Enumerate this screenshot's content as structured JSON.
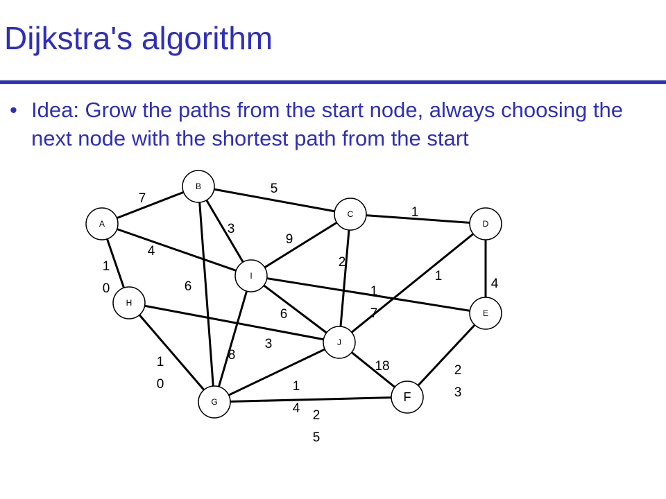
{
  "slide": {
    "title": "Dijkstra's algorithm",
    "bullet_glyph": "•",
    "bullet": "Idea:  Grow the paths from the start node, always choosing the next node with the shortest path from the start",
    "accent_color": "#2e2ebd",
    "rule_color": "#2e2ebd"
  },
  "graph": {
    "nodes": [
      "A",
      "B",
      "C",
      "D",
      "E",
      "F",
      "G",
      "H",
      "I",
      "J"
    ],
    "edges": [
      {
        "from": "A",
        "to": "B",
        "label": "7"
      },
      {
        "from": "B",
        "to": "C",
        "label": "5"
      },
      {
        "from": "C",
        "to": "D",
        "label": "1"
      },
      {
        "from": "A",
        "to": "H",
        "label": "1\n0"
      },
      {
        "from": "A",
        "to": "I",
        "label": "4"
      },
      {
        "from": "B",
        "to": "I",
        "label": "3"
      },
      {
        "from": "B",
        "to": "G",
        "label": "6"
      },
      {
        "from": "I",
        "to": "C",
        "label": "9"
      },
      {
        "from": "C",
        "to": "J",
        "label": "2"
      },
      {
        "from": "D",
        "to": "J",
        "label": "1"
      },
      {
        "from": "D",
        "to": "E",
        "label": "4"
      },
      {
        "from": "I",
        "to": "E",
        "label": "1\n7"
      },
      {
        "from": "I",
        "to": "J",
        "label": "6"
      },
      {
        "from": "H",
        "to": "J",
        "label": "3"
      },
      {
        "from": "H",
        "to": "G",
        "label": "1\n0"
      },
      {
        "from": "I",
        "to": "G",
        "label": "8"
      },
      {
        "from": "J",
        "to": "F",
        "label": "18"
      },
      {
        "from": "E",
        "to": "F",
        "label": "2\n3"
      },
      {
        "from": "G",
        "to": "J",
        "label": "1\n4"
      },
      {
        "from": "G",
        "to": "F",
        "label": "2\n5"
      }
    ]
  }
}
